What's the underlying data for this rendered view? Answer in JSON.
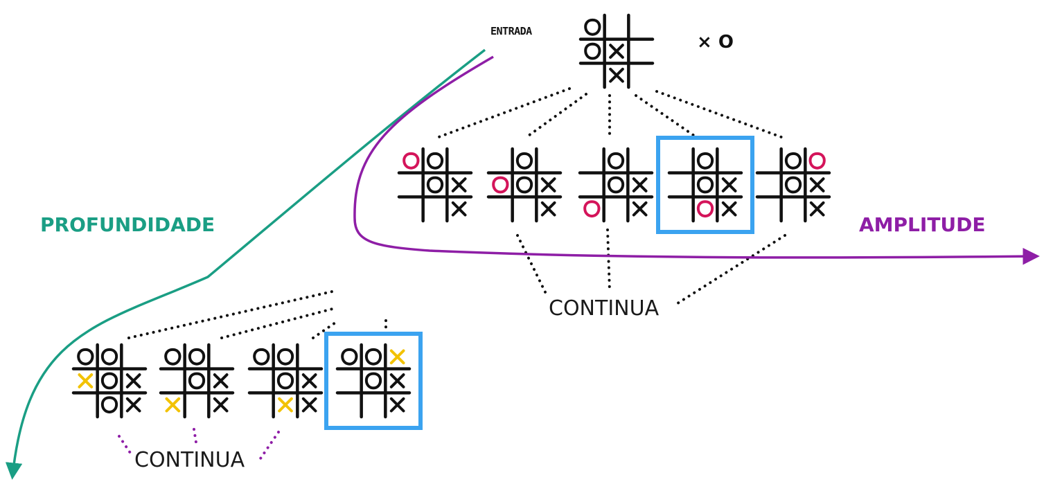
{
  "labels": {
    "entrada": "ENTRADA",
    "legend": "× O",
    "profundidade": "PROFUNDIDADE",
    "amplitude": "AMPLITUDE",
    "continua_top": "CONTINUA",
    "continua_bottom": "CONTINUA"
  },
  "colors": {
    "black": "#111111",
    "teal": "#1a9e84",
    "purple": "#8e1ea6",
    "pink": "#d4145a",
    "yellow": "#f2c200",
    "blue": "#3ba3f0"
  },
  "boards": {
    "root": [
      "O",
      "",
      "",
      "O",
      "X",
      "",
      "",
      "X",
      ""
    ],
    "level1": [
      {
        "cells": [
          "O",
          "O",
          "",
          "",
          "O",
          "X",
          "",
          "",
          "X"
        ],
        "new": 0,
        "highlighted": false
      },
      {
        "cells": [
          "",
          "O",
          "",
          "O",
          "O",
          "X",
          "",
          "",
          "X"
        ],
        "new": 3,
        "highlighted": false
      },
      {
        "cells": [
          "",
          "O",
          "",
          "",
          "O",
          "X",
          "O",
          "",
          "X"
        ],
        "new": 6,
        "highlighted": false
      },
      {
        "cells": [
          "",
          "O",
          "",
          "",
          "O",
          "X",
          "",
          "O",
          "X"
        ],
        "new": 7,
        "highlighted": true
      },
      {
        "cells": [
          "",
          "O",
          "O",
          "",
          "O",
          "X",
          "",
          "",
          "X"
        ],
        "new": 2,
        "highlighted": false
      }
    ],
    "level2": [
      {
        "cells": [
          "O",
          "O",
          "",
          "X",
          "O",
          "X",
          "",
          "O",
          "X"
        ],
        "new": 3,
        "highlighted": false
      },
      {
        "cells": [
          "O",
          "O",
          "",
          "",
          "O",
          "X",
          "X",
          "",
          "X"
        ],
        "new": 6,
        "highlighted": false
      },
      {
        "cells": [
          "O",
          "O",
          "",
          "",
          "O",
          "X",
          "",
          "X",
          "X"
        ],
        "new": 7,
        "highlighted": false
      },
      {
        "cells": [
          "O",
          "O",
          "X",
          "",
          "O",
          "X",
          "",
          "",
          "X"
        ],
        "new": 2,
        "highlighted": true
      }
    ]
  }
}
